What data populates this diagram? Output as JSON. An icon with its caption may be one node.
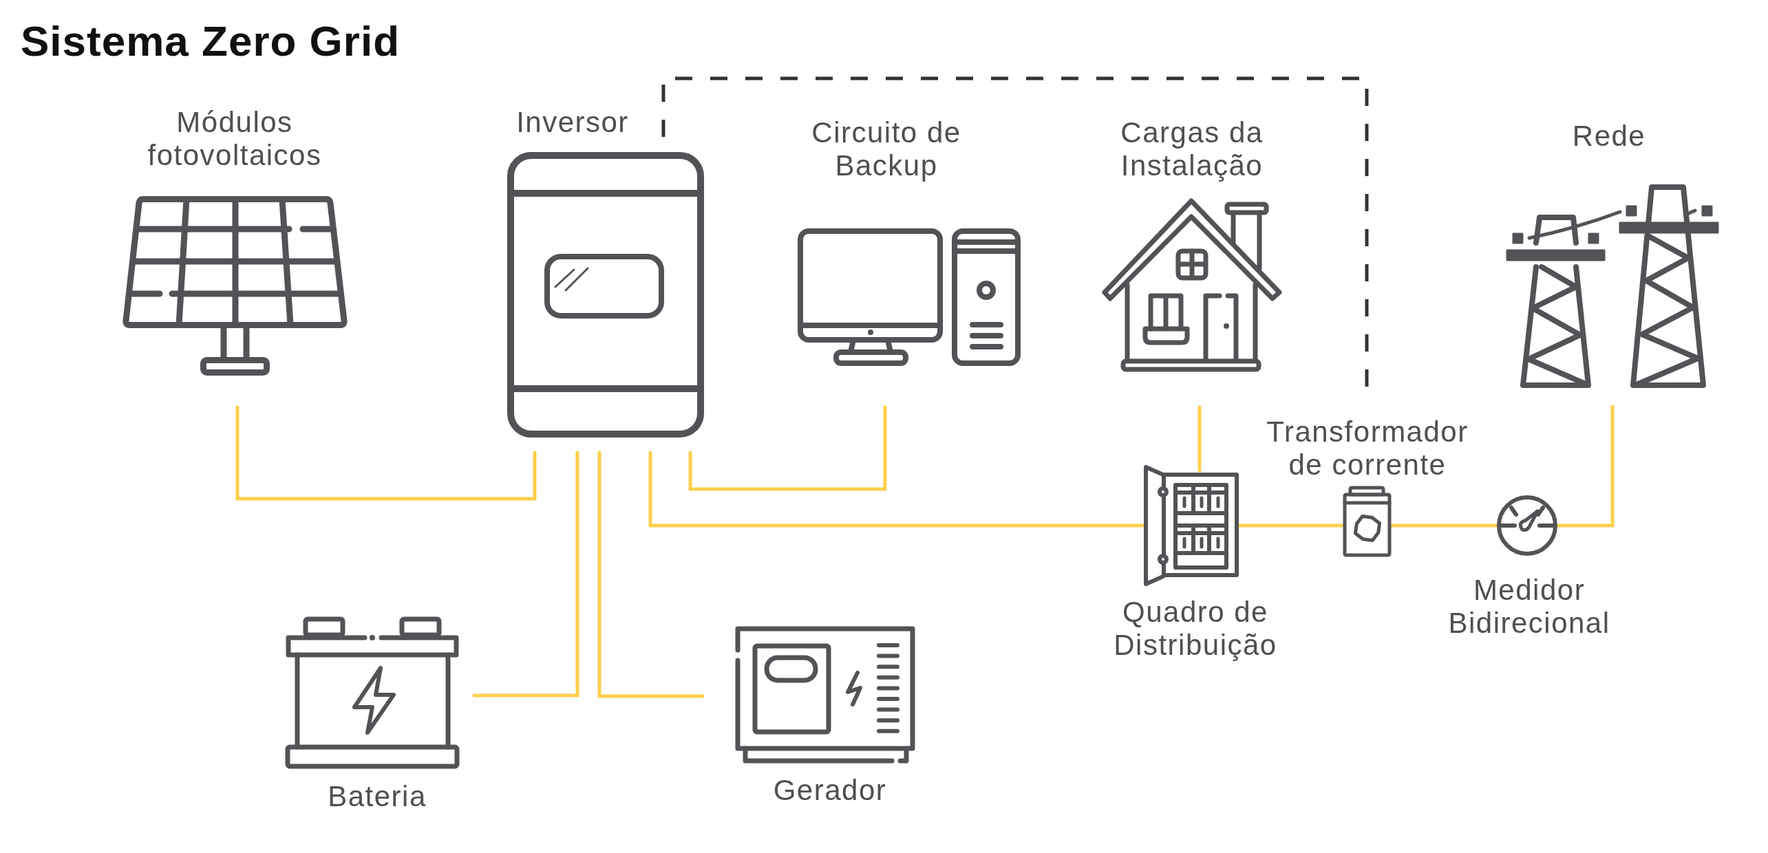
{
  "diagram": {
    "title": "Sistema Zero Grid",
    "nodes": [
      {
        "text": [
          "Módulos fotovoltaicos"
        ]
      },
      {
        "text": [
          "Inversor"
        ]
      },
      {
        "text": [
          "Circuito de Backup"
        ]
      },
      {
        "text": [
          "Cargas da Instalação"
        ]
      },
      {
        "text": [
          "Rede"
        ]
      },
      {
        "text": [
          "Quadro de Distribuição"
        ]
      },
      {
        "text": [
          "Transformador de corrente"
        ]
      },
      {
        "text": [
          "Medidor Bidirecional"
        ]
      },
      {
        "text": [
          "Bateria"
        ]
      },
      {
        "text": [
          "Gerador"
        ]
      }
    ],
    "edges": [
      {
        "from": 0,
        "to": 1,
        "arrow": "none"
      },
      {
        "from": 1,
        "to": 2,
        "arrow": "none"
      },
      {
        "from": 1,
        "to": 5,
        "arrow": "none"
      },
      {
        "from": 3,
        "to": 5,
        "arrow": "none"
      },
      {
        "from": 5,
        "to": 6,
        "arrow": "none"
      },
      {
        "from": 6,
        "to": 7,
        "arrow": "none"
      },
      {
        "from": 7,
        "to": 4,
        "arrow": "none"
      },
      {
        "from": 1,
        "to": 8,
        "arrow": "none"
      },
      {
        "from": 1,
        "to": 9,
        "arrow": "none"
      }
    ]
  }
}
